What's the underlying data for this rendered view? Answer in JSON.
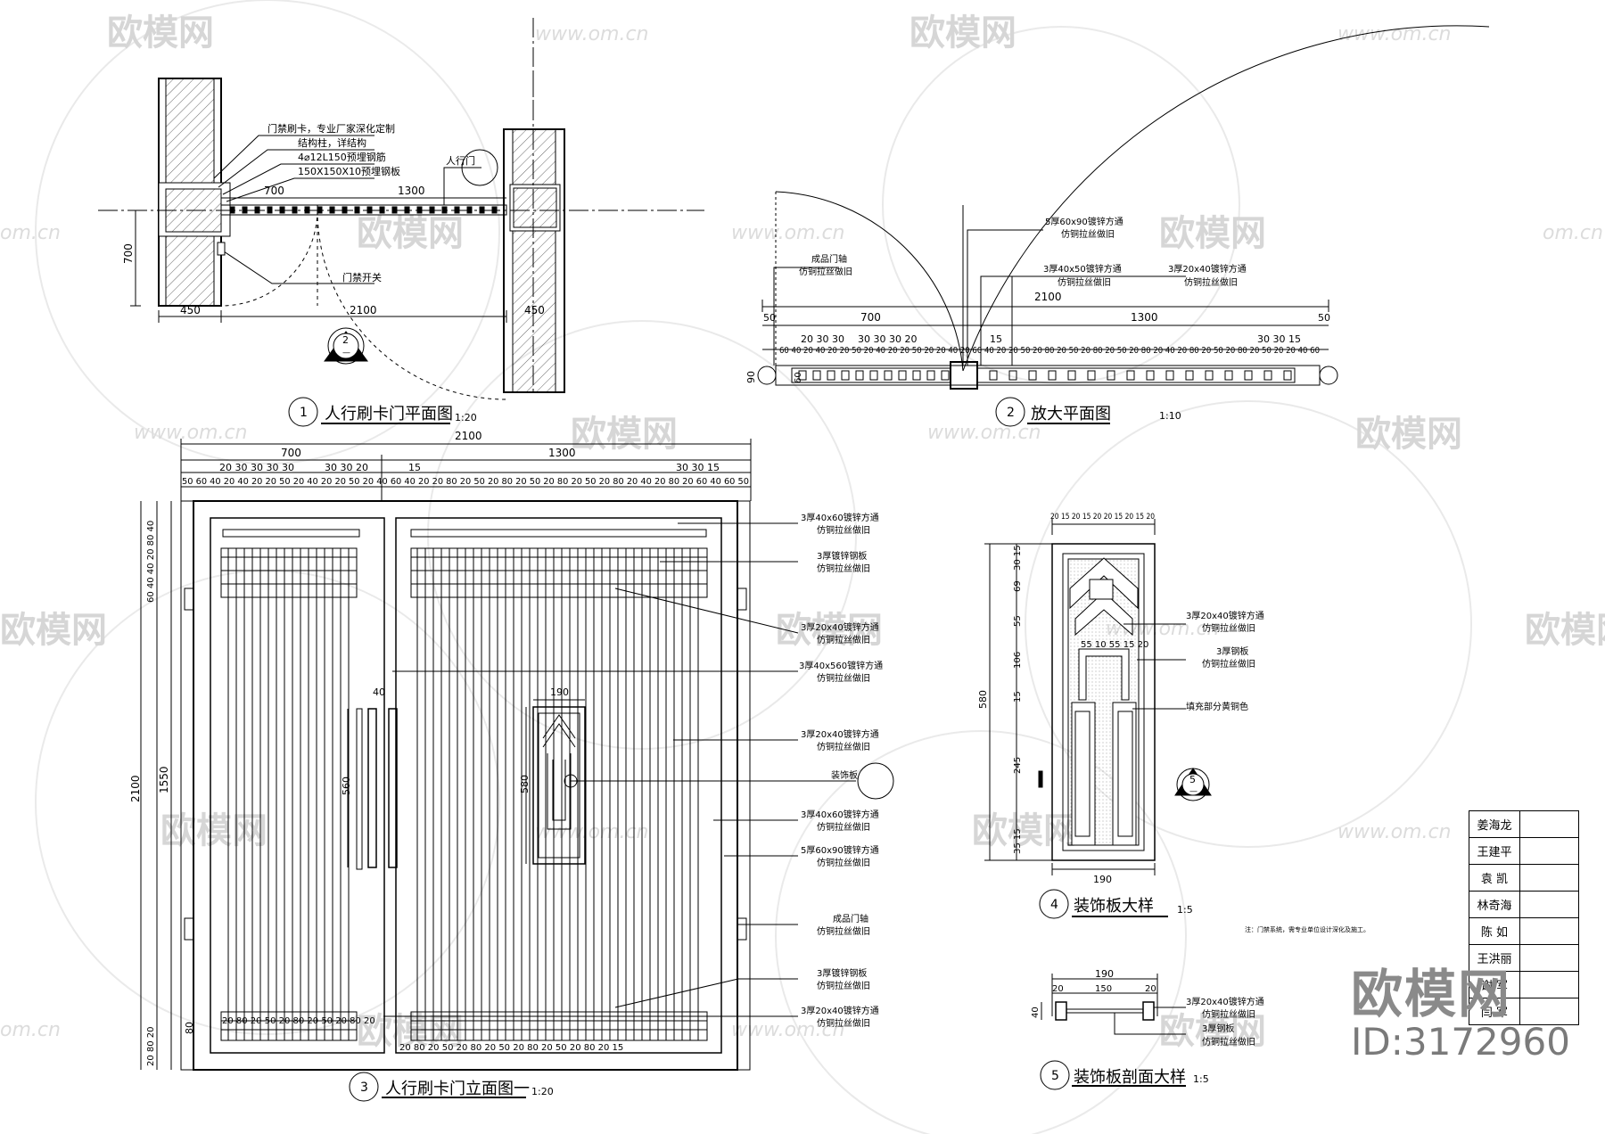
{
  "watermark": {
    "brand": "欧模网",
    "url": "www.om.cn",
    "edge": "om.cn"
  },
  "titles": {
    "v1": {
      "num": "1",
      "text": "人行刷卡门平面图",
      "scale": "1:20"
    },
    "v2": {
      "num": "2",
      "text": "放大平面图",
      "scale": "1:10"
    },
    "v3": {
      "num": "3",
      "text": "人行刷卡门立面图一",
      "scale": "1:20"
    },
    "v4": {
      "num": "4",
      "text": "装饰板大样",
      "scale": "1:5"
    },
    "v5": {
      "num": "5",
      "text": "装饰板剖面大样",
      "scale": "1:5"
    }
  },
  "plan1": {
    "notes": [
      "门禁刷卡，专业厂家深化定制",
      "结构柱，详结构",
      "4⌀12L150预埋钢筋",
      "150X150X10预埋钢板"
    ],
    "door_label": "人行门",
    "switch_label": "门禁开关",
    "dims": {
      "d700": "700",
      "d1300": "1300",
      "d2100": "2100",
      "d450": "450",
      "d450r": "450",
      "dv700": "700"
    },
    "tag": {
      "num": "2",
      "sub": "—"
    }
  },
  "plan2": {
    "labels": [
      {
        "a": "5厚60x90镀锌方通",
        "b": "仿铜拉丝做旧"
      },
      {
        "a": "成品门轴",
        "b": "仿铜拉丝做旧"
      },
      {
        "a": "3厚40x50镀锌方通",
        "b": "仿铜拉丝做旧"
      },
      {
        "a": "3厚20x40镀锌方通",
        "b": "仿铜拉丝做旧"
      }
    ],
    "dims": {
      "total": "2100",
      "d700": "700",
      "d1300": "1300",
      "d50l": "50",
      "d50r": "50",
      "d15": "15",
      "d90": "90",
      "d60": "60"
    },
    "row2_left": "20 30 30",
    "row2_mid": "30 30 30 20",
    "row2_right": "30 30 15",
    "row3": "60 40 20 40 20 20 50 20 40 20 20 50 20 20 40 20 60 40 20 20 50 20 80 20 50 20 80 20 50 20 80 20 40 20 80 20 50 20 80 20 50 20 20 40 60"
  },
  "elev": {
    "dims": {
      "total": "2100",
      "d700": "700",
      "d1300": "1300",
      "d15": "15",
      "d40": "40",
      "d190": "190",
      "d560": "560",
      "d580": "580",
      "v2100": "2100",
      "v1550": "1550",
      "v80": "80"
    },
    "row2_left": "20 30 30 30 30",
    "row2_mid": "30 30 20",
    "row2_right": "30 30 15",
    "row3": "50 60 40 20 40 20 20 50 20 40 20 20 50 20 40 60 40 20 20 80 20 50 20 80 20 50 20 80 20 50 20 80 20 40 20 80 20 60 40 60 50",
    "vleft": "60 40 40 20 80 40",
    "vbottom": "20 80 20",
    "bottom_row_l": "20 80 20 50 20 80 20 50 20 80 20",
    "bottom_row_r": "20 80 20 50 20 80 20 50 20 80 20 50 20 80 20 15",
    "notes": [
      {
        "a": "3厚40x60镀锌方通",
        "b": "仿铜拉丝做旧"
      },
      {
        "a": "3厚镀锌钢板",
        "b": "仿铜拉丝做旧"
      },
      {
        "a": "3厚20x40镀锌方通",
        "b": "仿铜拉丝做旧"
      },
      {
        "a": "3厚40x560镀锌方通",
        "b": "仿铜拉丝做旧"
      },
      {
        "a": "3厚20x40镀锌方通",
        "b": "仿铜拉丝做旧"
      },
      {
        "a": "装饰板",
        "b": ""
      },
      {
        "a": "3厚40x60镀锌方通",
        "b": "仿铜拉丝做旧"
      },
      {
        "a": "5厚60x90镀锌方通",
        "b": "仿铜拉丝做旧"
      },
      {
        "a": "成品门轴",
        "b": "仿铜拉丝做旧"
      },
      {
        "a": "3厚镀锌钢板",
        "b": "仿铜拉丝做旧"
      },
      {
        "a": "3厚20x40镀锌方通",
        "b": "仿铜拉丝做旧"
      }
    ]
  },
  "detail4": {
    "top_dims": "20 15 20 15 20 20 15 20 15 20",
    "v_dims": [
      "30 15",
      "69",
      "55",
      "106",
      "15",
      "245",
      "35 15"
    ],
    "v_total": "580",
    "inner_dims": "55 10 55 15 20",
    "bottom": "190",
    "notes": [
      {
        "a": "3厚20x40镀锌方通",
        "b": "仿铜拉丝做旧"
      },
      {
        "a": "3厚钢板",
        "b": "仿铜拉丝做旧"
      },
      {
        "a": "填充部分黄铜色",
        "b": ""
      }
    ],
    "tag": {
      "num": "5",
      "sub": "—"
    },
    "remark": "注：门禁系统，需专业单位设计深化及施工。"
  },
  "detail5": {
    "d190": "190",
    "d20l": "20",
    "d150": "150",
    "d20r": "20",
    "d40": "40",
    "notes": [
      "3厚20x40镀锌方通",
      "仿铜拉丝做旧",
      "3厚钢板",
      "仿铜拉丝做旧"
    ]
  },
  "signatures": [
    "姜海龙",
    "王建平",
    "袁 凯",
    "林奇海",
    "陈 如",
    "王洪丽",
    "谢 军",
    "闫 军"
  ],
  "brand": {
    "name": "欧模网",
    "id": "ID:3172960"
  }
}
